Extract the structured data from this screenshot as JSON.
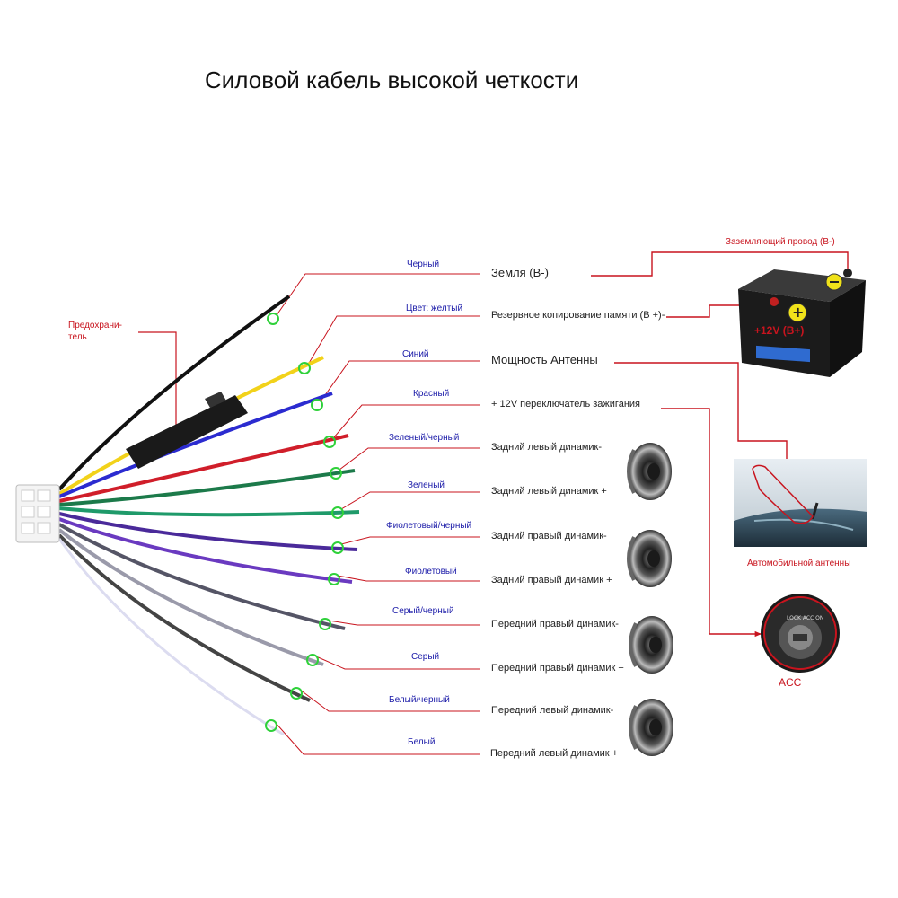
{
  "title": "Силовой кабель высокой четкости",
  "fuse_label": "Предохрани-тель",
  "wires": [
    {
      "color_name": "Черный",
      "function": "Земля (В-)",
      "big": true,
      "stroke": "#111111"
    },
    {
      "color_name": "Цвет: желтый",
      "function": "Резервное копирование памяти (В +)-",
      "big": false,
      "stroke": "#f2d21a"
    },
    {
      "color_name": "Синий",
      "function": "Мощность Антенны",
      "big": true,
      "stroke": "#2b2bd0"
    },
    {
      "color_name": "Красный",
      "function": "+ 12V переключатель зажигания",
      "big": false,
      "stroke": "#d01e2a"
    },
    {
      "color_name": "Зеленый/черный",
      "function": "Задний левый динамик-",
      "big": false,
      "stroke": "#1c7a4a"
    },
    {
      "color_name": "Зеленый",
      "function": "Задний левый динамик +",
      "big": false,
      "stroke": "#1f9a6a"
    },
    {
      "color_name": "Фиолетовый/черный",
      "function": "Задний правый динамик-",
      "big": false,
      "stroke": "#4a2a9a"
    },
    {
      "color_name": "Фиолетовый",
      "function": "Задний правый динамик +",
      "big": false,
      "stroke": "#6a3ac0"
    },
    {
      "color_name": "Серый/черный",
      "function": "Передний правый динамик-",
      "big": false,
      "stroke": "#555566"
    },
    {
      "color_name": "Серый",
      "function": "Передний правый динамик +",
      "big": false,
      "stroke": "#9a9aaa"
    },
    {
      "color_name": "Белый/черный",
      "function": "Передний левый динамик-",
      "big": false,
      "stroke": "#444444"
    },
    {
      "color_name": "Белый",
      "function": "Передний левый динамик +",
      "big": false,
      "stroke": "#e4e4f0"
    }
  ],
  "ground_wire_label": "Заземляющий провод (В-)",
  "battery_label": "+12V  (B+)",
  "antenna_label": "Автомобильной антенны",
  "acc_label": "ACC",
  "icons": [
    "fuse-icon",
    "connector-plug-icon",
    "battery-icon",
    "speaker-icon",
    "car-antenna-photo",
    "ignition-switch-icon"
  ],
  "colors": {
    "callout_red": "#c8141e",
    "marker_green": "#2fd13a",
    "wire_label_blue": "#1a1aa8"
  }
}
